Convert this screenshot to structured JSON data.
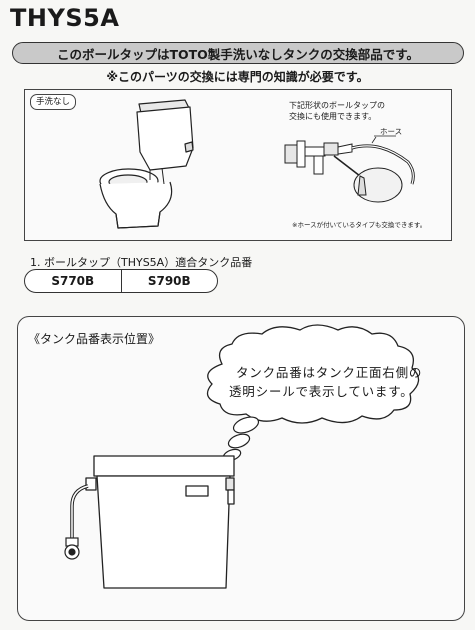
{
  "title": "THYS5A",
  "banner": "このボールタップはTOTO製手洗いなしタンクの交換部品です。",
  "note": "※このパーツの交換には専門の知識が必要です。",
  "illustration": {
    "tag": "手洗なし",
    "side_note_line1": "下記形状のボールタップの",
    "side_note_line2": "交換にも使用できます。",
    "hose_label": "ホース",
    "hose_note": "※ホースが付いているタイプも交換できます。"
  },
  "section": {
    "label": "1. ボールタップ（THYS5A）適合タンク品番",
    "models": [
      "S770B",
      "S790B"
    ]
  },
  "position": {
    "title": "《タンク品番表示位置》",
    "bubble_line1": "タンク品番はタンク正面右側の",
    "bubble_line2": "透明シールで表示しています。"
  }
}
